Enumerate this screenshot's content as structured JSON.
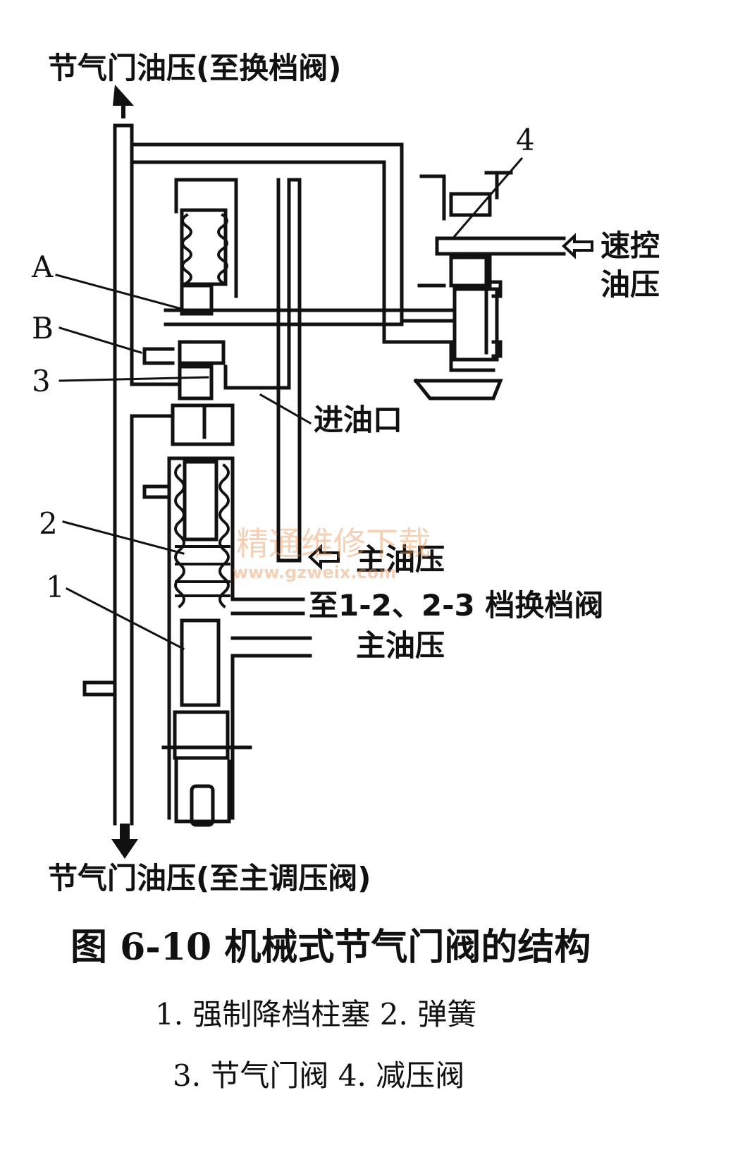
{
  "labels": {
    "top_pressure": "节气门油压(至换档阀)",
    "bottom_pressure": "节气门油压(至主调压阀)",
    "speed_control_line1": "速控",
    "speed_control_line2": "油压",
    "oil_inlet": "进油口",
    "main_pressure_in": "主油压",
    "to_shift_valves": "至1-2、2-3 档换档阀",
    "main_pressure_out": "主油压",
    "callout_4": "4",
    "callout_A": "A",
    "callout_B": "B",
    "callout_3": "3",
    "callout_2": "2",
    "callout_1": "1"
  },
  "watermark": {
    "text": "精通维修下载",
    "url": "www.gzweix.com"
  },
  "caption": {
    "title": "图 6-10   机械式节气门阀的结构",
    "legend_line1": "1. 强制降档柱塞   2. 弹簧",
    "legend_line2": "3. 节气门阀   4. 减压阀"
  },
  "colors": {
    "ink": "#111111",
    "watermark": "#e8965a"
  }
}
